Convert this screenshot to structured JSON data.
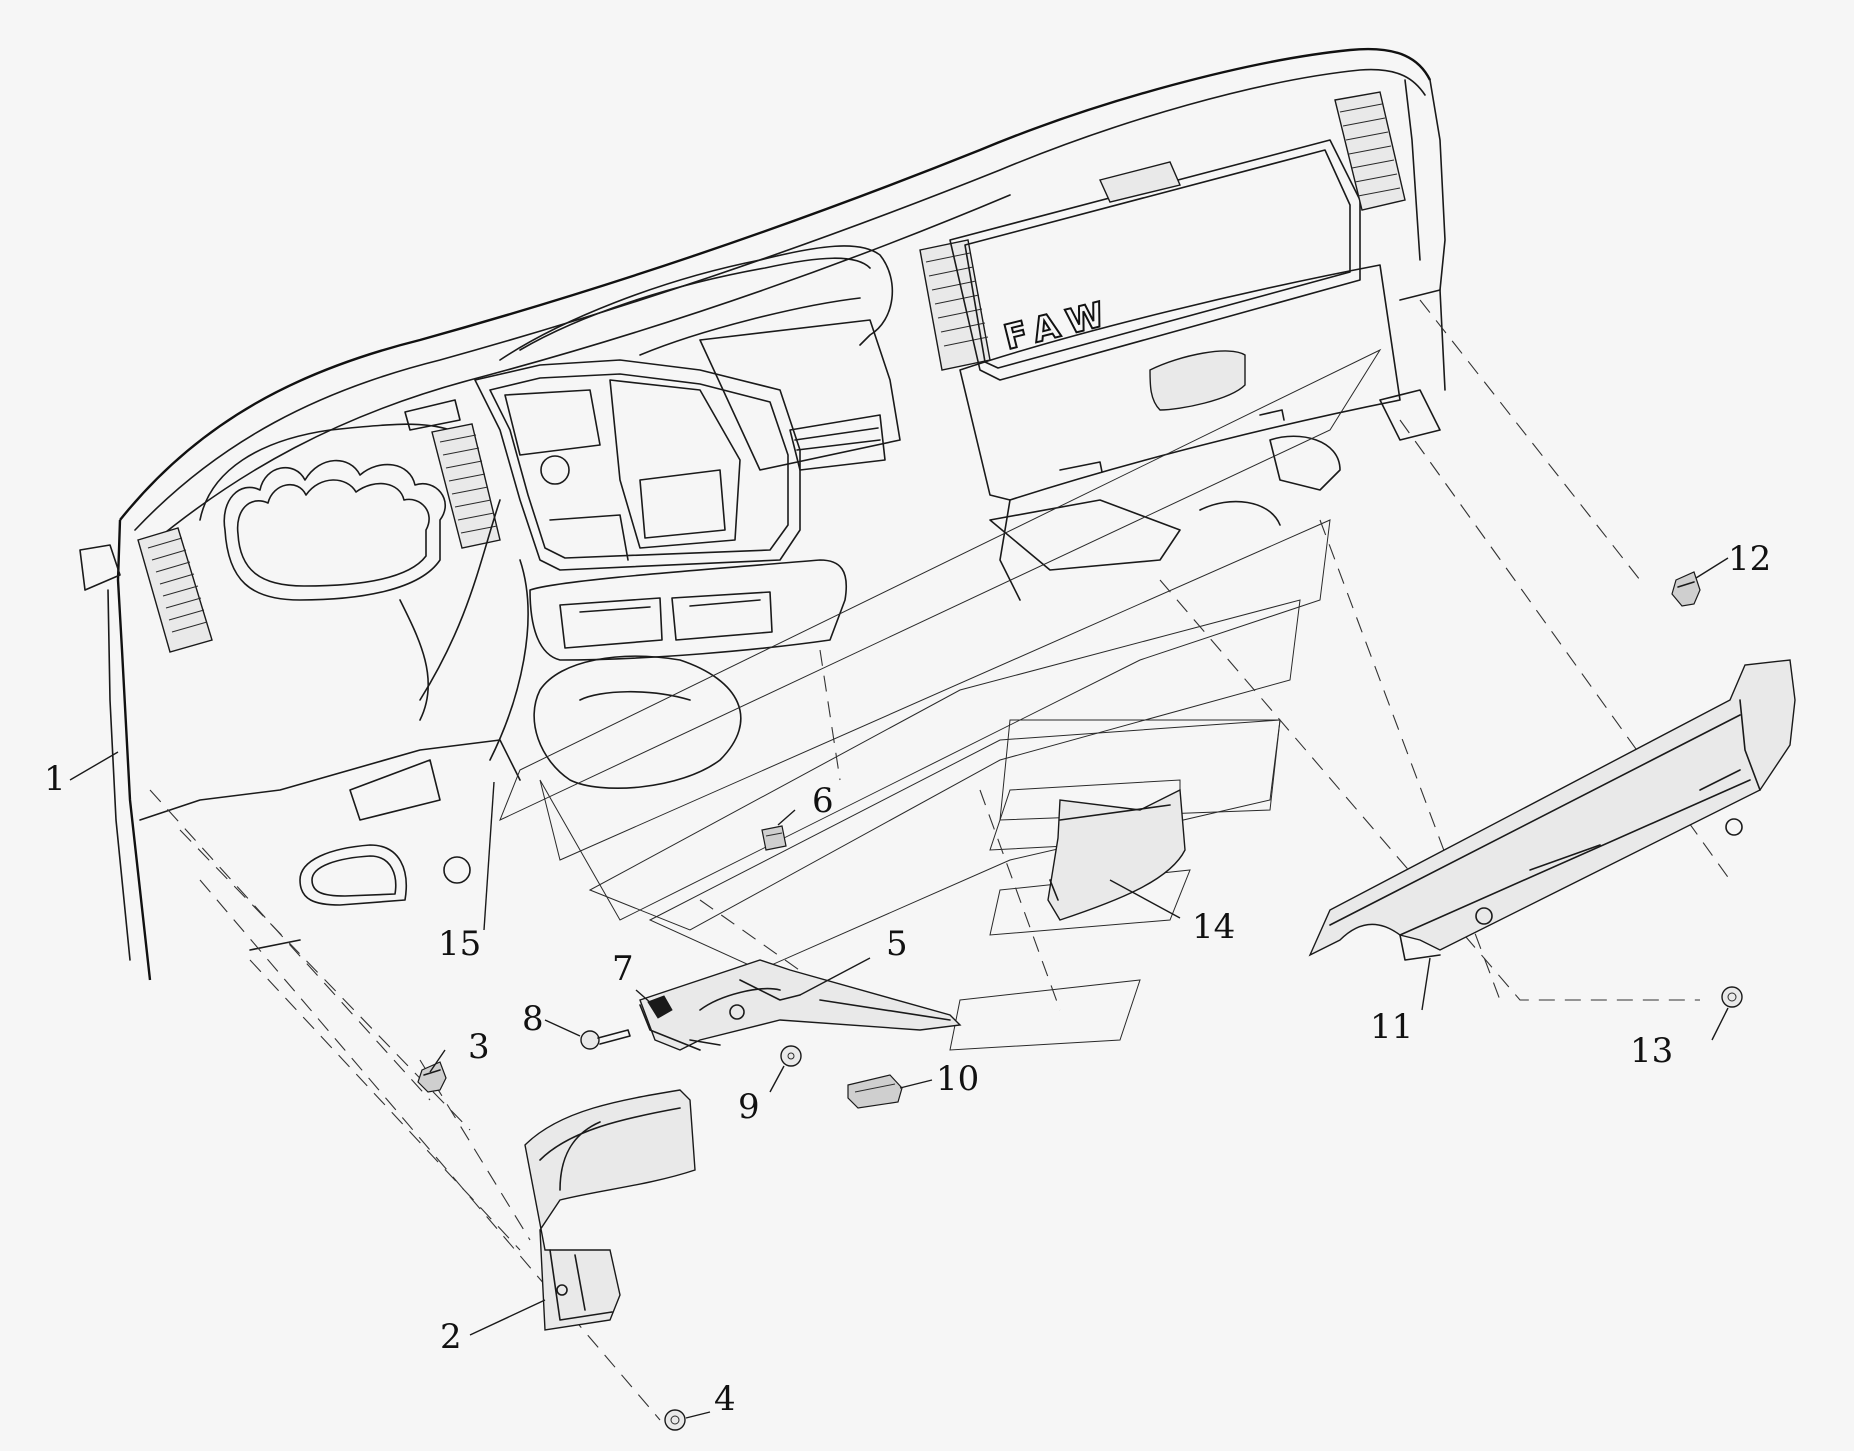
{
  "diagram": {
    "brand_label": "FAW",
    "callouts": [
      {
        "id": "1",
        "label": "1"
      },
      {
        "id": "2",
        "label": "2"
      },
      {
        "id": "3",
        "label": "3"
      },
      {
        "id": "4",
        "label": "4"
      },
      {
        "id": "5",
        "label": "5"
      },
      {
        "id": "6",
        "label": "6"
      },
      {
        "id": "7",
        "label": "7"
      },
      {
        "id": "8",
        "label": "8"
      },
      {
        "id": "9",
        "label": "9"
      },
      {
        "id": "10",
        "label": "10"
      },
      {
        "id": "11",
        "label": "11"
      },
      {
        "id": "12",
        "label": "12"
      },
      {
        "id": "13",
        "label": "13"
      },
      {
        "id": "14",
        "label": "14"
      },
      {
        "id": "15",
        "label": "15"
      }
    ]
  }
}
